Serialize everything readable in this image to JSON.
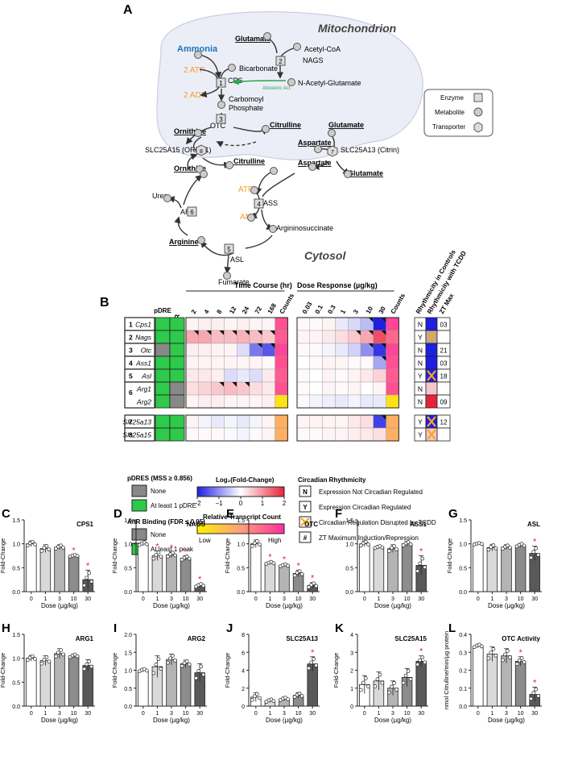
{
  "panels": {
    "A": "A",
    "B": "B",
    "C": "C",
    "D": "D",
    "E": "E",
    "F": "F",
    "G": "G",
    "H": "H",
    "I": "I",
    "J": "J",
    "K": "K",
    "L": "L"
  },
  "pathway": {
    "mito_label": "Mitochondrion",
    "cytosol_label": "Cytosol",
    "metabolites": {
      "ammonia": "Ammonia",
      "atp2": "2 ATP",
      "adp2": "2 ADP",
      "bicarbonate": "Bicarbonate",
      "glutamate_top": "Glutamate",
      "acetyl_coa": "Acetyl-CoA",
      "nag": "N-Acetyl-Glutamate",
      "carbomoyl": "Carbomoyl",
      "phosphate": "Phosphate",
      "ornithine_m": "Ornithine",
      "citrulline_m": "Citrulline",
      "glutamate_m": "Glutamate",
      "aspartate_m": "Aspartate",
      "citrulline_c": "Citrulline",
      "ornithine_c": "Ornithine",
      "aspartate_c": "Aspartate",
      "glutamate_c": "Glutamate",
      "atp": "ATP",
      "amp": "AMP",
      "argsucc": "Argininosuccinate",
      "urea": "Urea",
      "arginine": "Arginine",
      "fumarate": "Fumarate"
    },
    "enzymes": {
      "cps": "CPS",
      "nags": "NAGS",
      "otc": "OTC",
      "orn1": "SLC25A15 (ORNT1)",
      "citrin": "SLC25A13 (Citrin)",
      "ass": "ASS",
      "arg": "ARG",
      "asl": "ASL"
    },
    "allost": "Allosteric Act.",
    "legend": {
      "enzyme": "Enzyme",
      "metabolite": "Metabolite",
      "transporter": "Transporter"
    }
  },
  "heatmap": {
    "header_pdre": "pDRE",
    "header_ahr": "AhR",
    "time_title": "Time Course (hr)",
    "dose_title": "Dose Response (µg/kg)",
    "time_cols": [
      "2",
      "4",
      "8",
      "12",
      "24",
      "72",
      "168"
    ],
    "dose_cols": [
      "0.03",
      "0.1",
      "0.3",
      "1",
      "3",
      "10",
      "30"
    ],
    "counts": "Counts",
    "rhythm_ctrl": "Rhythmicity in Controls",
    "rhythm_tcdd": "Rhythmicity with TCDD",
    "zt_max": "ZT Max",
    "rows": [
      {
        "num": "1",
        "gene": "Cps1",
        "pdre": true,
        "ahr": true,
        "time": [
          0.1,
          0.15,
          0.15,
          0.1,
          0.15,
          0.1,
          0.1
        ],
        "tcount": 0.85,
        "dose": [
          0.05,
          0.05,
          0.1,
          -0.2,
          -0.35,
          -0.6,
          -2.0
        ],
        "dcount": 0.9,
        "rc": "N",
        "rt": "blue",
        "zt": "03"
      },
      {
        "num": "2",
        "gene": "Nags",
        "pdre": true,
        "ahr": true,
        "time": [
          0.8,
          0.8,
          0.6,
          0.6,
          0.7,
          0.6,
          0.5
        ],
        "tcount": 0.8,
        "dose": [
          0.1,
          0.1,
          0.2,
          0.3,
          0.5,
          0.8,
          1.6
        ],
        "dcount": 0.75,
        "rc": "Y",
        "rt": "grayx",
        "zt": ""
      },
      {
        "num": "3",
        "gene": "Otc",
        "pdre": false,
        "ahr": true,
        "time": [
          0.15,
          0.15,
          0.1,
          0.1,
          -0.3,
          -1.2,
          -1.5
        ],
        "tcount": 0.9,
        "dose": [
          0.05,
          0.05,
          -0.1,
          -0.2,
          -0.4,
          -1.0,
          -1.8
        ],
        "dcount": 0.9,
        "rc": "N",
        "rt": "blue",
        "zt": "21"
      },
      {
        "num": "4",
        "gene": "Ass1",
        "pdre": true,
        "ahr": true,
        "time": [
          0.1,
          0.1,
          0.1,
          0.1,
          0.1,
          0.1,
          0.05
        ],
        "tcount": 0.85,
        "dose": [
          0.0,
          0.05,
          0.1,
          0.1,
          0.05,
          0.05,
          -0.8
        ],
        "dcount": 0.85,
        "rc": "N",
        "rt": "blue",
        "zt": "03"
      },
      {
        "num": "5",
        "gene": "Asl",
        "pdre": true,
        "ahr": true,
        "time": [
          0.2,
          0.2,
          0.15,
          -0.3,
          -0.2,
          -0.3,
          0.2
        ],
        "tcount": 0.8,
        "dose": [
          0.05,
          0.0,
          0.1,
          0.05,
          0.1,
          0.2,
          0.4
        ],
        "dcount": 0.8,
        "rc": "Y",
        "rt": "bluex",
        "zt": "18"
      },
      {
        "num": "6",
        "gene": "Arg1",
        "pdre": true,
        "ahr": false,
        "time": [
          0.3,
          0.4,
          0.5,
          0.6,
          0.5,
          0.3,
          0.2
        ],
        "tcount": 0.85,
        "dose": [
          0.05,
          0.0,
          0.1,
          0.05,
          0.1,
          0.0,
          0.1
        ],
        "dcount": 0.85,
        "rc": "N",
        "rt": "pink",
        "zt": ""
      },
      {
        "num": "",
        "gene": "Arg2",
        "pdre": true,
        "ahr": false,
        "time": [
          0.1,
          0.15,
          0.15,
          0.1,
          0.1,
          0.1,
          0.15
        ],
        "tcount": 0.1,
        "dose": [
          0.05,
          -0.1,
          -0.15,
          -0.2,
          -0.1,
          -0.2,
          -0.2
        ],
        "dcount": 0.1,
        "rc": "N",
        "rt": "red",
        "zt": "09"
      },
      {
        "num": "7",
        "gene": "Slc25a13",
        "pdre": true,
        "ahr": true,
        "time": [
          0.1,
          -0.1,
          -0.2,
          -0.1,
          -0.2,
          -0.1,
          0.1
        ],
        "tcount": 0.4,
        "dose": [
          0.1,
          0.1,
          0.1,
          0.1,
          0.2,
          0.3,
          -1.7
        ],
        "dcount": 0.4,
        "rc": "Y",
        "rt": "bluex",
        "zt": "12"
      },
      {
        "num": "8",
        "gene": "Slc25a15",
        "pdre": true,
        "ahr": true,
        "time": [
          0.05,
          0.05,
          0.05,
          -0.05,
          -0.1,
          0.05,
          0.1
        ],
        "tcount": 0.4,
        "dose": [
          0.05,
          0.05,
          0.1,
          0.1,
          0.15,
          0.2,
          0.3
        ],
        "dcount": 0.4,
        "rc": "Y",
        "rt": "pinkx",
        "zt": ""
      }
    ],
    "legend": {
      "pdre_title": "pDRES (MSS ≥ 0.856)",
      "none": "None",
      "one_pdre": "At least 1 pDRE",
      "ahr_title": "AhR Binding (FDR ≤ 0.05)",
      "none2": "None",
      "one_peak": "At least 1 peak",
      "log_title": "Log₂(Fold-Change)",
      "log_ticks": [
        "-2",
        "-1",
        "0",
        "1",
        "2"
      ],
      "rtc_title": "Relative Transcript Count",
      "low": "Low",
      "high": "High",
      "circ_title": "Circadian Rhythmicity",
      "n_key": "N",
      "n_text": "Expression Not Circadian Regulated",
      "y_key": "Y",
      "y_text": "Expression Circadian Regulated",
      "x_text": "Circadian Regulation Disrupted by TCDD",
      "h_key": "#",
      "h_text": "ZT Maximum Induction/Repression"
    }
  },
  "chart_data": [
    {
      "type": "bar",
      "title": "CPS1",
      "categories": [
        "0",
        "1",
        "3",
        "10",
        "30"
      ],
      "values": [
        1.0,
        0.9,
        0.93,
        0.75,
        0.25
      ],
      "errors": [
        0.06,
        0.08,
        0.05,
        0.02,
        0.2
      ],
      "sig": [
        false,
        false,
        false,
        true,
        true
      ],
      "ylim": [
        0,
        1.5
      ],
      "yticks": [
        "0.0",
        "0.5",
        "1.0",
        "1.5"
      ],
      "ylabel": "Fold-Change",
      "xlabel": "Dose (µg/kg)"
    },
    {
      "type": "bar",
      "title": "NAGS",
      "categories": [
        "0",
        "1",
        "3",
        "10",
        "30"
      ],
      "values": [
        1.0,
        0.75,
        0.77,
        0.7,
        0.13
      ],
      "errors": [
        0.04,
        0.1,
        0.06,
        0.05,
        0.04
      ],
      "sig": [
        false,
        true,
        true,
        true,
        true
      ],
      "ylim": [
        0,
        1.5
      ],
      "yticks": [
        "0.0",
        "0.5",
        "1.0",
        "1.5"
      ],
      "ylabel": "Fold-Change",
      "xlabel": "Dose (µg/kg)"
    },
    {
      "type": "bar",
      "title": "OTC",
      "categories": [
        "0",
        "1",
        "3",
        "10",
        "30"
      ],
      "values": [
        1.0,
        0.6,
        0.55,
        0.38,
        0.13
      ],
      "errors": [
        0.08,
        0.03,
        0.03,
        0.07,
        0.06
      ],
      "sig": [
        false,
        true,
        true,
        true,
        true
      ],
      "ylim": [
        0,
        1.5
      ],
      "yticks": [
        "0.0",
        "0.5",
        "1.0",
        "1.5"
      ],
      "ylabel": "Fold-Change",
      "xlabel": "Dose (µg/kg)"
    },
    {
      "type": "bar",
      "title": "ASS1",
      "categories": [
        "0",
        "1",
        "3",
        "10",
        "30"
      ],
      "values": [
        1.0,
        0.93,
        0.9,
        1.0,
        0.55
      ],
      "errors": [
        0.06,
        0.03,
        0.08,
        0.05,
        0.2
      ],
      "sig": [
        false,
        false,
        false,
        false,
        true
      ],
      "ylim": [
        0,
        1.5
      ],
      "yticks": [
        "0.0",
        "0.5",
        "1.0",
        "1.5"
      ],
      "ylabel": "",
      "xlabel": "Dose (µg/kg)"
    },
    {
      "type": "bar",
      "title": "ASL",
      "categories": [
        "0",
        "1",
        "3",
        "10",
        "30"
      ],
      "values": [
        1.0,
        0.92,
        0.93,
        0.97,
        0.8
      ],
      "errors": [
        0.02,
        0.07,
        0.05,
        0.04,
        0.15
      ],
      "sig": [
        false,
        false,
        false,
        false,
        true
      ],
      "ylim": [
        0,
        1.5
      ],
      "yticks": [
        "0.0",
        "0.5",
        "1.0",
        "1.5"
      ],
      "ylabel": "Fold-Change",
      "xlabel": "Dose (µg/kg)"
    },
    {
      "type": "bar",
      "title": "ARG1",
      "categories": [
        "0",
        "1",
        "3",
        "10",
        "30"
      ],
      "values": [
        1.0,
        0.95,
        1.1,
        1.05,
        0.85
      ],
      "errors": [
        0.06,
        0.1,
        0.1,
        0.04,
        0.12
      ],
      "sig": [
        false,
        false,
        false,
        false,
        false
      ],
      "ylim": [
        0,
        1.5
      ],
      "yticks": [
        "0.0",
        "0.5",
        "1.0",
        "1.5"
      ],
      "ylabel": "Fold-Change",
      "xlabel": "Dose (µg/kg)"
    },
    {
      "type": "bar",
      "title": "ARG2",
      "categories": [
        "0",
        "1",
        "3",
        "10",
        "30"
      ],
      "values": [
        1.0,
        1.1,
        1.3,
        1.18,
        0.93
      ],
      "errors": [
        0.05,
        0.3,
        0.15,
        0.1,
        0.25
      ],
      "sig": [
        false,
        false,
        false,
        false,
        false
      ],
      "ylim": [
        0,
        2.0
      ],
      "yticks": [
        "0.0",
        "0.5",
        "1.0",
        "1.5",
        "2.0"
      ],
      "ylabel": "Fold-Change",
      "xlabel": "Dose (µg/kg)"
    },
    {
      "type": "bar",
      "title": "SLC25A13",
      "categories": [
        "0",
        "1",
        "3",
        "10",
        "30"
      ],
      "values": [
        1.0,
        0.6,
        0.8,
        1.2,
        4.7
      ],
      "errors": [
        0.5,
        0.2,
        0.2,
        0.3,
        0.8
      ],
      "sig": [
        false,
        false,
        false,
        false,
        true
      ],
      "ylim": [
        0,
        8
      ],
      "yticks": [
        "0",
        "2",
        "4",
        "6",
        "8"
      ],
      "ylabel": "Fold-Change",
      "xlabel": "Dose (µg/kg)"
    },
    {
      "type": "bar",
      "title": "SLC25A15",
      "categories": [
        "0",
        "1",
        "3",
        "10",
        "30"
      ],
      "values": [
        1.2,
        1.4,
        1.0,
        1.6,
        2.5
      ],
      "errors": [
        0.5,
        0.5,
        0.4,
        0.5,
        0.3
      ],
      "sig": [
        false,
        false,
        false,
        false,
        true
      ],
      "ylim": [
        0,
        4
      ],
      "yticks": [
        "0",
        "1",
        "2",
        "3",
        "4"
      ],
      "ylabel": "Fold-Change",
      "xlabel": "Dose (µg/kg)"
    },
    {
      "type": "bar",
      "title": "OTC Activity",
      "categories": [
        "0",
        "1",
        "3",
        "10",
        "30"
      ],
      "values": [
        0.335,
        0.29,
        0.28,
        0.25,
        0.065
      ],
      "errors": [
        0.01,
        0.04,
        0.04,
        0.025,
        0.04
      ],
      "sig": [
        false,
        false,
        false,
        true,
        true
      ],
      "ylim": [
        0,
        0.4
      ],
      "yticks": [
        "0.0",
        "0.1",
        "0.2",
        "0.3",
        "0.4"
      ],
      "ylabel": "nmol Citrulline/min/µg protein",
      "xlabel": "Dose (µg/kg)"
    }
  ],
  "colors": {
    "green": "#2fc94b",
    "gray": "#888888",
    "blue": "#1f1fe0",
    "red": "#e8223a",
    "orange": "#f5a623",
    "star": "#e8223a",
    "ammonia": "#1b75bb",
    "energy": "#f29b30",
    "allost": "#2aa54a"
  }
}
